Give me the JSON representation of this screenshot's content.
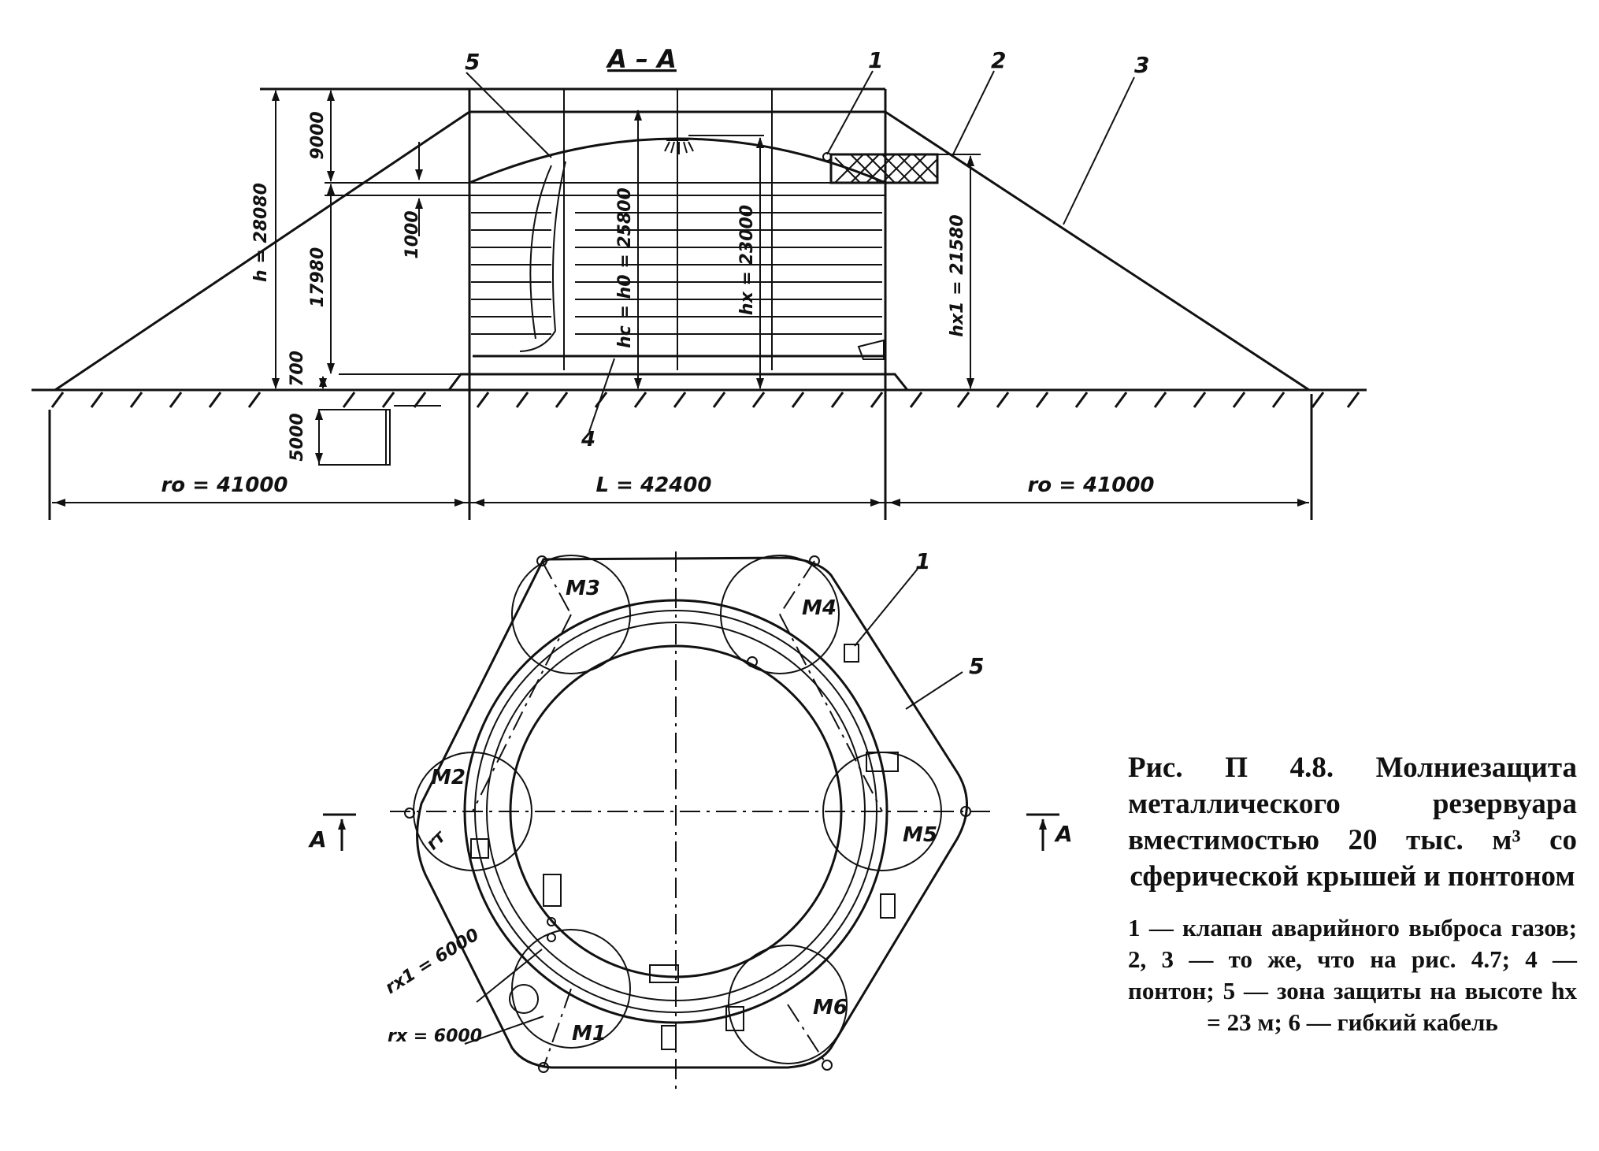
{
  "section_view": {
    "title": "А – А",
    "callouts": [
      "5",
      "1",
      "2",
      "3",
      "4"
    ],
    "dims": {
      "h": "h = 28080",
      "top": "9000",
      "drop": "1000",
      "mid": "17980",
      "base": "700",
      "pit": "5000",
      "hc": "hс = h0 = 25800",
      "hx": "hх = 23000",
      "hx1": "hх1 = 21580",
      "r_left": "rо = 41000",
      "length": "L = 42400",
      "r_right": "rо = 41000"
    }
  },
  "plan_view": {
    "masts": [
      "М1",
      "М2",
      "М3",
      "М4",
      "М5",
      "М6"
    ],
    "callouts": [
      "1",
      "5"
    ],
    "section_marks": [
      "А",
      "А"
    ],
    "radii": {
      "rt": "rт",
      "rx1": "rх1 = 6000",
      "rx": "rх = 6000"
    }
  },
  "caption": {
    "title": "Рис. П 4.8. Молниезащита металлического резервуара вместимостью 20 тыс. м³ со сферической крышей и понтоном",
    "legend": "1 — клапан аварийного выброса газов; 2, 3 — то же, что на рис. 4.7; 4 — понтон; 5 — зона защиты на высоте hх = 23 м; 6 — гибкий кабель"
  }
}
